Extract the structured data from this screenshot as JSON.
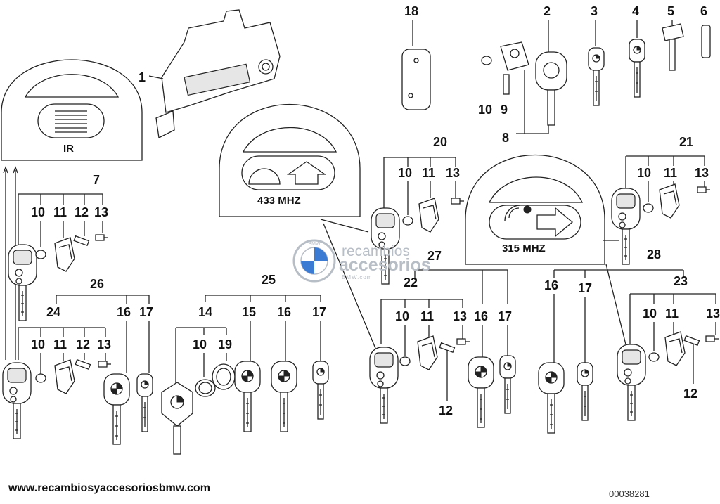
{
  "diagram": {
    "callouts": {
      "c1": "1",
      "c2": "2",
      "c3": "3",
      "c4": "4",
      "c5": "5",
      "c6": "6",
      "c7": "7",
      "c8": "8",
      "c9": "9",
      "c10": "10",
      "c18": "18",
      "c20": "20",
      "c21": "21",
      "c22": "22",
      "c23": "23",
      "c24": "24",
      "c25": "25",
      "c26": "26",
      "c27": "27",
      "c28": "28",
      "v10": "10",
      "v11": "11",
      "v12": "12",
      "v13": "13",
      "v14": "14",
      "v15": "15",
      "v16": "16",
      "v17": "17",
      "v19": "19"
    },
    "remote_labels": {
      "ir": "IR",
      "mhz433": "433 MHZ",
      "mhz315": "315 MHZ"
    }
  },
  "watermark": {
    "line1": "recambios",
    "line2": "accesorios",
    "line3": "BMW.com",
    "logo_letters": "BMW"
  },
  "footer": {
    "website": "www.recambiosyaccesoriosbmw.com",
    "diagram_code": "00038281"
  },
  "colors": {
    "line": "#222222",
    "part_fill": "#ffffff",
    "watermark": "#b8bec6",
    "bmw_blue": "#3b7bd4"
  }
}
